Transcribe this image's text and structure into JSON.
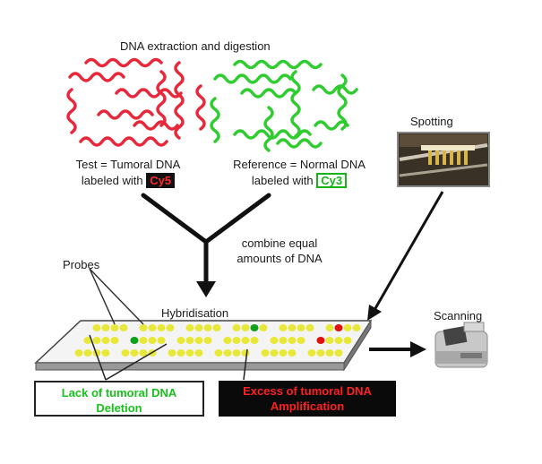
{
  "title": "DNA extraction and digestion",
  "test": {
    "line1": "Test = Tumoral DNA",
    "line2_prefix": "labeled with",
    "dye": "Cy5",
    "color": "#e8283a"
  },
  "reference": {
    "line1": "Reference = Normal DNA",
    "line2_prefix": "labeled with",
    "dye": "Cy3",
    "color": "#2ecc2e"
  },
  "combine": {
    "line1": "combine equal",
    "line2": "amounts of DNA"
  },
  "spotting_label": "Spotting",
  "probes_label": "Probes",
  "hybridisation_label": "Hybridisation",
  "scanning_label": "Scanning",
  "lack": {
    "line1": "Lack of tumoral DNA",
    "line2": "Deletion",
    "color": "#18c21c"
  },
  "excess": {
    "line1": "Excess of tumoral DNA",
    "line2": "Amplification",
    "color": "#ff2020"
  },
  "colors": {
    "probe_spot": "#e8e83a",
    "green_spot": "#10a020",
    "red_spot": "#e01010",
    "slide": "#f4f4f4",
    "arrow": "#111111"
  }
}
